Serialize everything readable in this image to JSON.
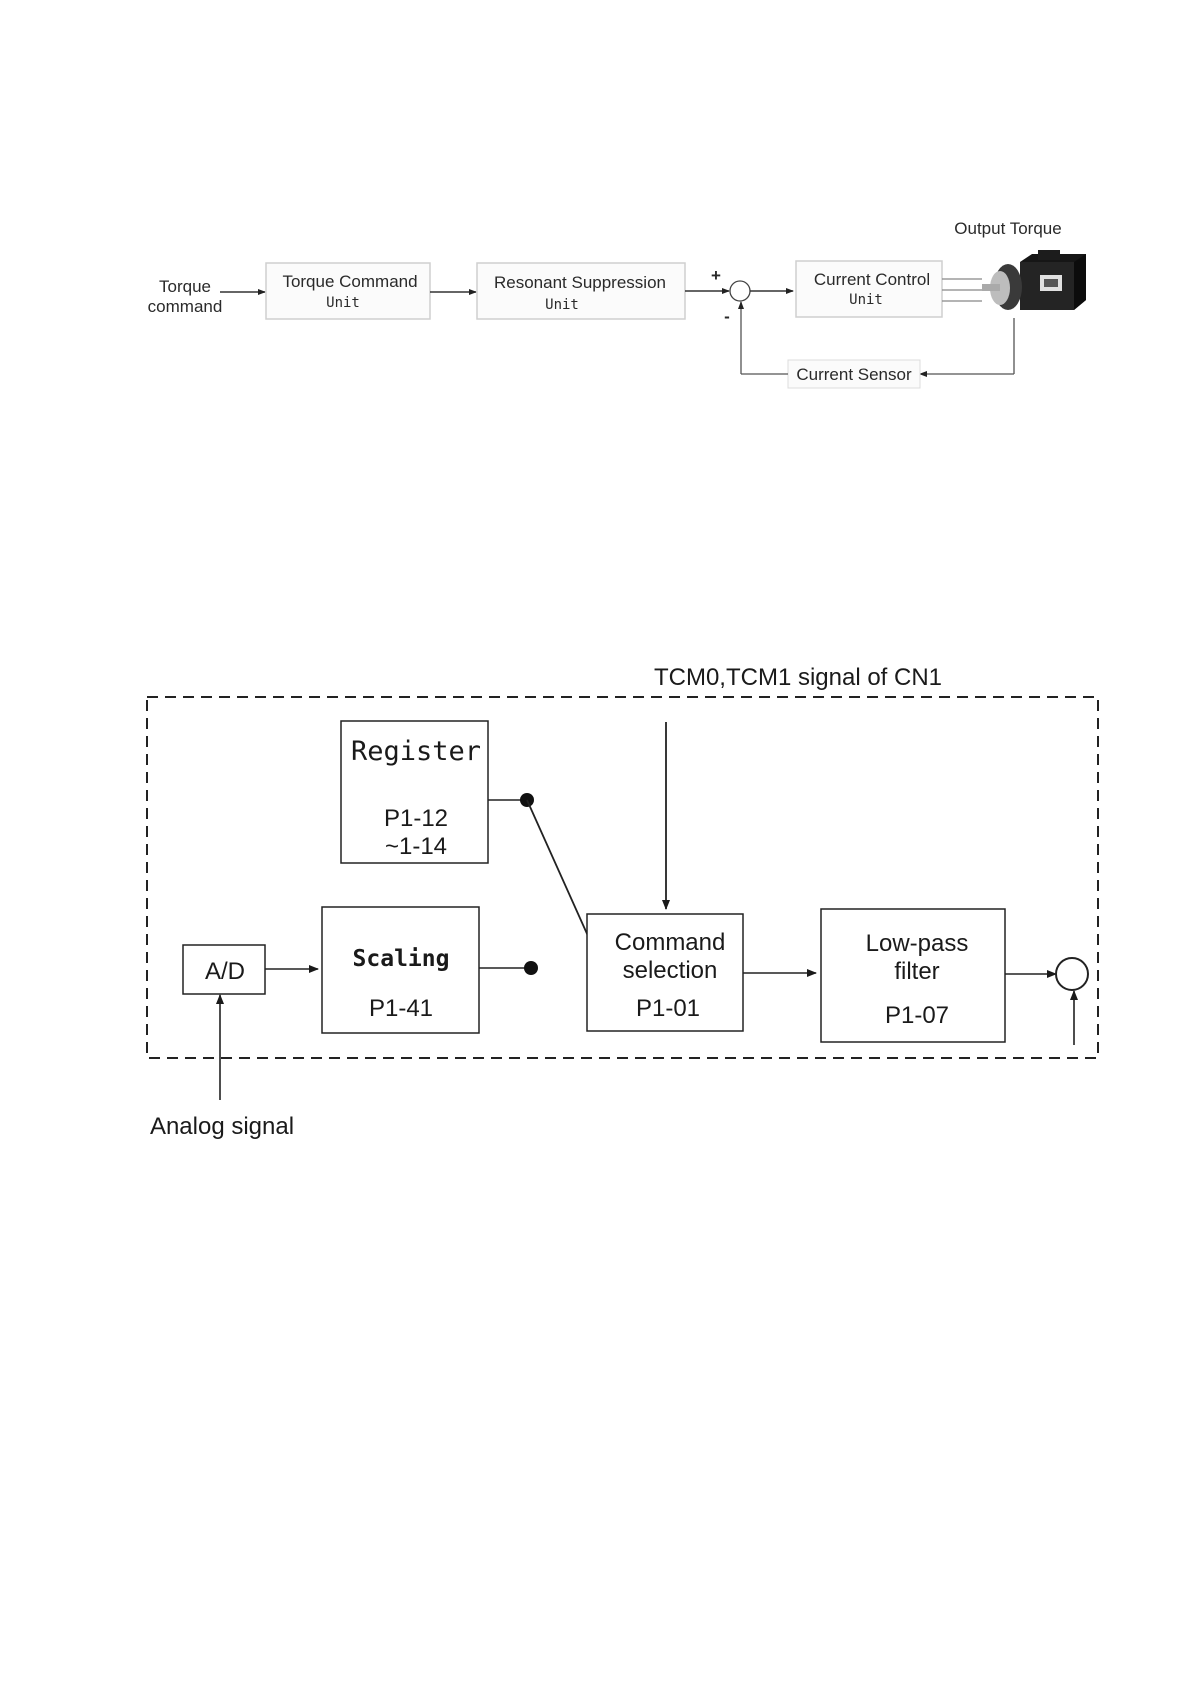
{
  "diagram1": {
    "torque_command_line1": "Torque",
    "torque_command_line2": "command",
    "torque_command_unit_line1": "Torque Command",
    "torque_command_unit_line2": "Unit",
    "resonant_line1": "Resonant Suppression",
    "resonant_line2": "Unit",
    "current_control_line1": "Current Control",
    "current_control_line2": "Unit",
    "output_torque": "Output Torque",
    "current_sensor": "Current Sensor",
    "plus_sign": "+",
    "minus_sign": "-"
  },
  "diagram2": {
    "tcm_label": "TCM0,TCM1 signal of CN1",
    "register_title": "Register",
    "register_param1": "P1-12",
    "register_param2": "~1-14",
    "ad_label": "A/D",
    "scaling_title": "Scaling",
    "scaling_param": "P1-41",
    "command_line1": "Command",
    "command_line2": "selection",
    "command_param": "P1-01",
    "lowpass_line1": "Low-pass",
    "lowpass_line2": "filter",
    "lowpass_param": "P1-07",
    "analog_signal": "Analog signal"
  }
}
